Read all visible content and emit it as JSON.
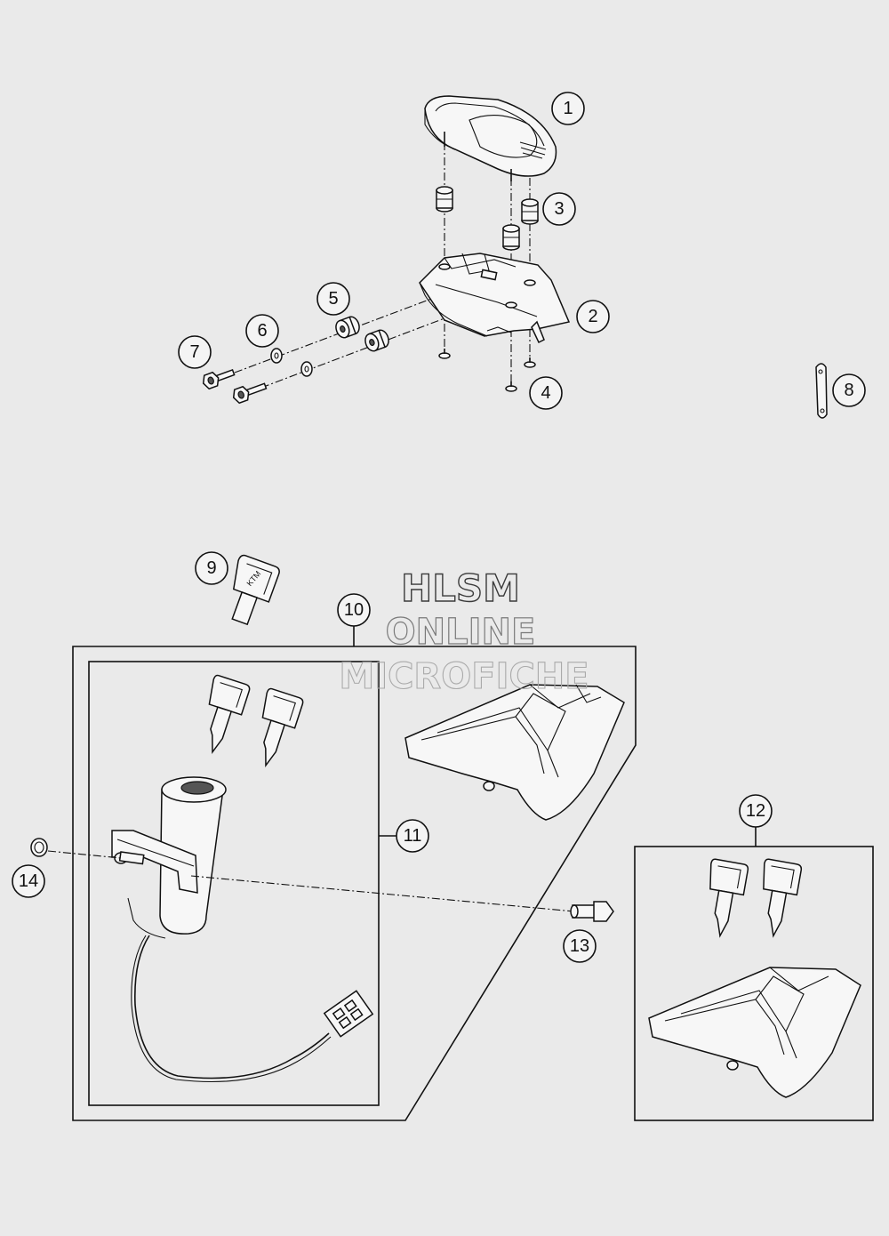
{
  "watermark": {
    "lines": [
      "HLSM",
      "ONLINE",
      "MICROFICHE"
    ]
  },
  "callouts": [
    {
      "id": "1",
      "label": "1"
    },
    {
      "id": "2",
      "label": "2"
    },
    {
      "id": "3",
      "label": "3"
    },
    {
      "id": "4",
      "label": "4"
    },
    {
      "id": "5",
      "label": "5"
    },
    {
      "id": "6",
      "label": "6"
    },
    {
      "id": "7",
      "label": "7"
    },
    {
      "id": "8",
      "label": "8"
    },
    {
      "id": "9",
      "label": "9"
    },
    {
      "id": "10",
      "label": "10"
    },
    {
      "id": "11",
      "label": "11"
    },
    {
      "id": "12",
      "label": "12"
    },
    {
      "id": "13",
      "label": "13"
    },
    {
      "id": "14",
      "label": "14"
    }
  ],
  "key_brand_mark": "KTM",
  "colors": {
    "background": "#eaeaea",
    "line": "#111111",
    "part_fill": "#f7f7f7",
    "watermark_stroke": "#8a8a8a"
  }
}
